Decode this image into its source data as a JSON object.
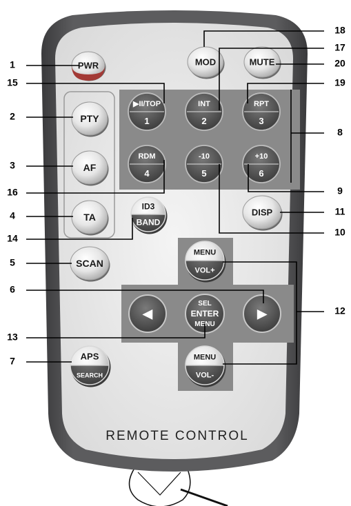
{
  "remote": {
    "footer_label": "REMOTE CONTROL",
    "colors": {
      "body": "#555558",
      "panel": "#8c8c8c",
      "button_top": "#e2e2e2",
      "button_dark": "#4a4a4a",
      "pwr_red": "#a33a36"
    }
  },
  "buttons": {
    "pwr": "PWR",
    "mod": "MOD",
    "mute": "MUTE",
    "pty": "PTY",
    "af": "AF",
    "ta": "TA",
    "scan": "SCAN",
    "disp": "DISP",
    "id3_top": "ID3",
    "id3_bottom": "BAND",
    "aps_top": "APS",
    "aps_bottom": "SEARCH",
    "n1_top": "▶II/TOP",
    "n1_bottom": "1",
    "n2_top": "INT",
    "n2_bottom": "2",
    "n3_top": "RPT",
    "n3_bottom": "3",
    "n4_top": "RDM",
    "n4_bottom": "4",
    "n5_top": "-10",
    "n5_bottom": "5",
    "n6_top": "+10",
    "n6_bottom": "6",
    "menu_up_top": "MENU",
    "menu_up_bottom": "VOL+",
    "menu_down_top": "MENU",
    "menu_down_bottom": "VOL-",
    "enter_top": "SEL",
    "enter_mid": "ENTER",
    "enter_bottom": "MENU",
    "left_arrow": "◀",
    "right_arrow": "▶"
  },
  "callouts": [
    "1",
    "2",
    "3",
    "4",
    "5",
    "6",
    "7",
    "8",
    "9",
    "10",
    "11",
    "12",
    "13",
    "14",
    "15",
    "16",
    "17",
    "18",
    "19",
    "20"
  ]
}
